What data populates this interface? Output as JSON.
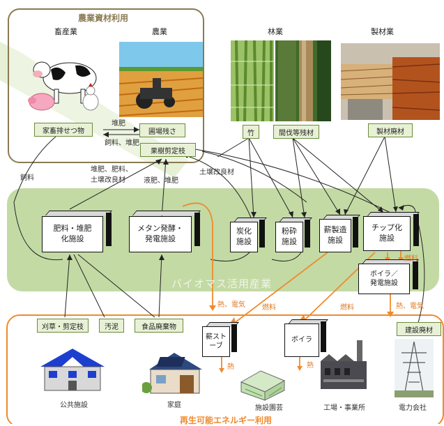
{
  "groups": {
    "agri_title": "農業資材利用",
    "bio_title": "バイオマス活用産業",
    "renew_title": "再生可能エネルギー利用"
  },
  "sectors": {
    "livestock": "畜産業",
    "farming": "農業",
    "forestry": "林業",
    "lumber": "製材業"
  },
  "resources": {
    "manure": "家畜排せつ物",
    "field_residue": "圃場残さ",
    "orchard_pruning": "果樹剪定枝",
    "bamboo": "竹",
    "thinning": "間伐等残材",
    "sawmill_waste": "製材廃材",
    "grass_cuttings": "刈草・剪定枝",
    "sludge": "汚泥",
    "food_waste": "食品廃棄物",
    "construction_waste": "建設廃材"
  },
  "facilities": {
    "compost": "肥料・堆肥\n化施設",
    "methane": "メタン発酵・\n発電施設",
    "carbonization": "炭化\n施設",
    "crushing": "粉砕\n施設",
    "firewood": "薪製造\n施設",
    "chip": "チップ化\n施設",
    "boiler_power": "ボイラ／\n発電施設"
  },
  "equipment": {
    "wood_stove": "薪スト\nーブ",
    "boiler": "ボイラ"
  },
  "consumers": {
    "public": "公共施設",
    "home": "家庭",
    "greenhouse": "施設園芸",
    "factory": "工場・事業所",
    "power_company": "電力会社"
  },
  "flow_labels": {
    "compost": "堆肥",
    "feed_compost": "飼料、堆肥",
    "feed": "飼料",
    "compost_fertilizer_soil": "堆肥、肥料、\n土壌改良材",
    "liquid_compost": "液肥、堆肥",
    "soil_improver": "土壌改良材",
    "heat_electricity_1": "熱、電気",
    "fuel_1": "燃料",
    "fuel_2": "燃料",
    "heat_electricity_2": "熱、電気",
    "fuel_3": "燃料",
    "heat_1": "熱",
    "heat_2": "熱"
  },
  "colors": {
    "green_band": "#b9d394",
    "agri_border": "#8a7a52",
    "orange": "#f08a2c",
    "resource_box": "#e8f1d6"
  }
}
